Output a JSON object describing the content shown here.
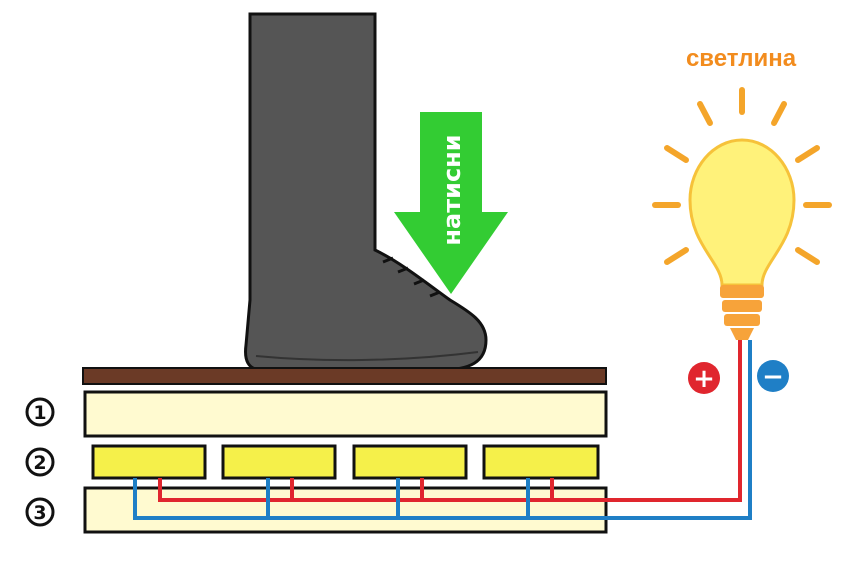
{
  "labels": {
    "press": "натисни",
    "light": "светлина",
    "layer_1": "1",
    "layer_2": "2",
    "layer_3": "3",
    "plus": "+",
    "minus": "−"
  },
  "colors": {
    "boot": "#555555",
    "arrow": "#33cc33",
    "light_label": "#f28c1e",
    "bulb_glass": "#fff27a",
    "bulb_base": "#f7a33a",
    "rays": "#f4a52a",
    "top_board": "#6b3a26",
    "layer_fill": "#fffad0",
    "piezo": "#f5f04a",
    "wire_positive": "#e0262e",
    "wire_negative": "#1f7fc6",
    "outline": "#111111"
  },
  "icons": {
    "plus_badge": "plus-icon",
    "minus_badge": "minus-icon",
    "bulb": "light-bulb-icon",
    "boot": "boot-icon",
    "arrow": "down-arrow-icon"
  }
}
